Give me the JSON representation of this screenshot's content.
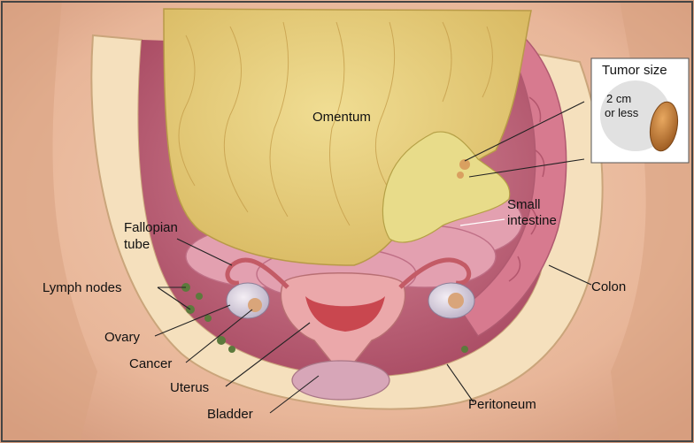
{
  "labels": {
    "omentum": "Omentum",
    "fallopian_tube_1": "Fallopian",
    "fallopian_tube_2": "tube",
    "small_intestine_1": "Small",
    "small_intestine_2": "intestine",
    "lymph_nodes": "Lymph nodes",
    "colon": "Colon",
    "ovary": "Ovary",
    "cancer": "Cancer",
    "uterus": "Uterus",
    "bladder": "Bladder",
    "peritoneum": "Peritoneum"
  },
  "inset": {
    "title": "Tumor size",
    "size_line_1": "2 cm",
    "size_line_2": "or less"
  },
  "colors": {
    "skin": "#efc3a4",
    "skin_shadow": "#d9a081",
    "omentum": "#e9d27a",
    "intestine": "#d7869a",
    "cavity": "#c9677d",
    "peritoneum_band": "#f4dcb6",
    "uterus": "#e7a1a4",
    "tumor": "#c9782f"
  }
}
